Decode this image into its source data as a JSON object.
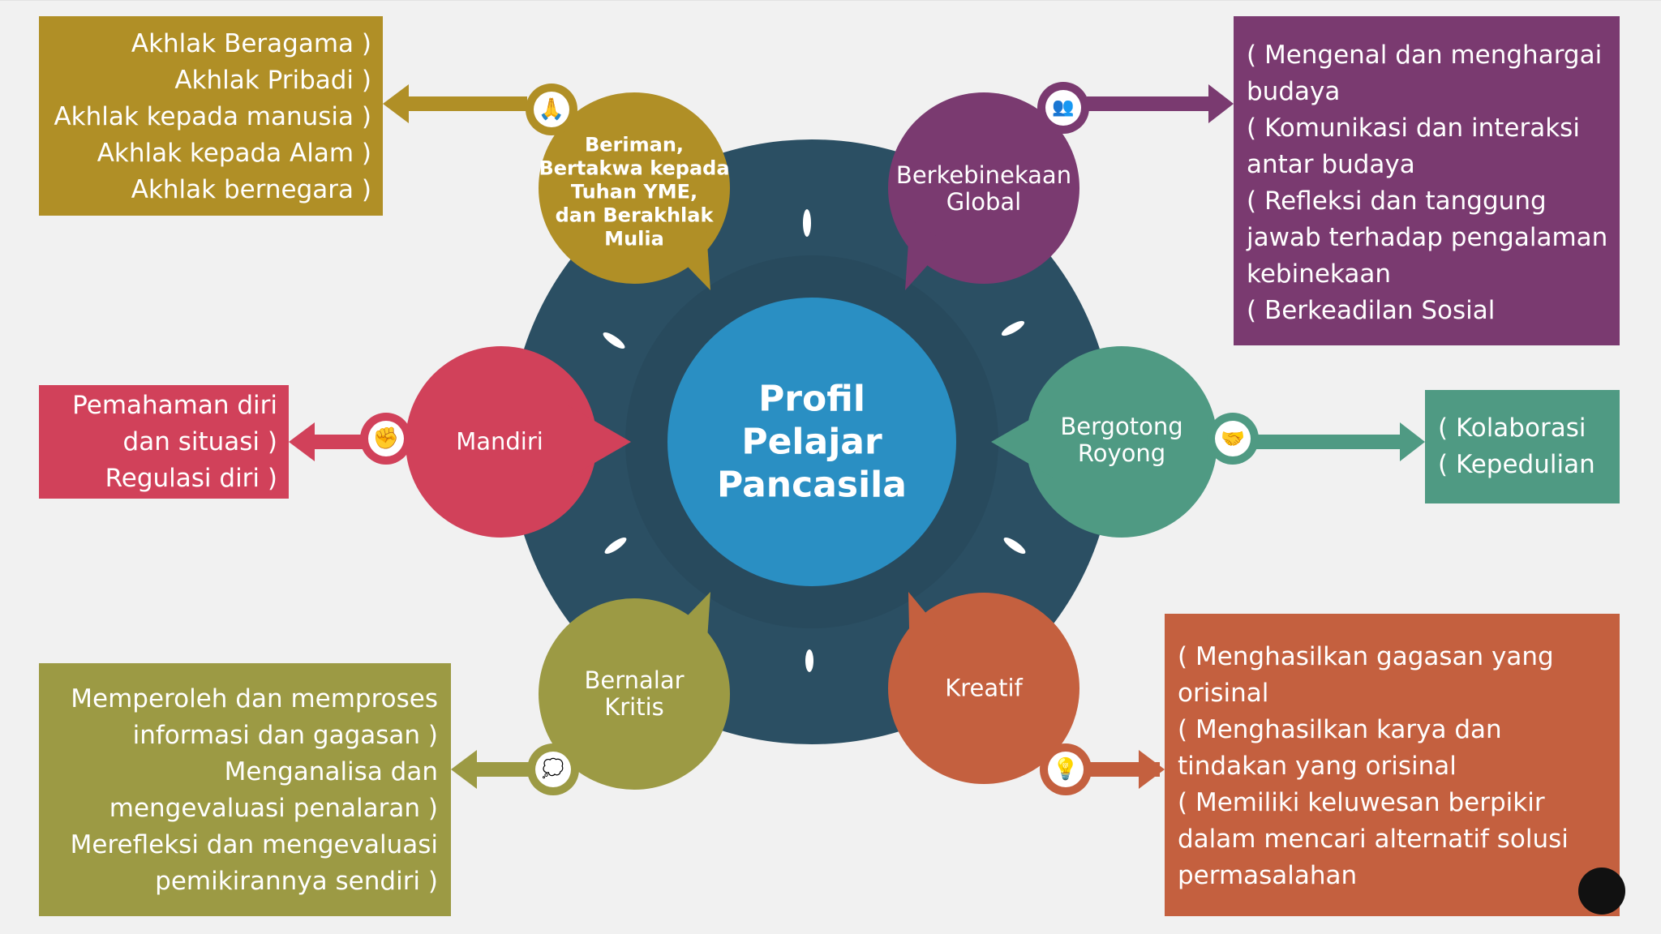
{
  "center": {
    "title_lines": [
      "Profil",
      "Pelajar",
      "Pancasila"
    ]
  },
  "dimensions": [
    {
      "id": "beriman",
      "label_lines": [
        "Beriman,",
        "Bertakwa kepada",
        "Tuhan YME,",
        "dan Berakhlak",
        "Mulia"
      ],
      "color": "#b08f26",
      "icon": "praying-hands-icon",
      "elements": [
        "Akhlak Beragama )",
        "Akhlak Pribadi )",
        "Akhlak kepada manusia )",
        "Akhlak kepada Alam )",
        "Akhlak bernegara )"
      ]
    },
    {
      "id": "berkebinekaan",
      "label_lines": [
        "Berkebinekaan",
        "Global"
      ],
      "color": "#7a3a70",
      "icon": "people-group-heart-icon",
      "elements": [
        "( Mengenal dan menghargai",
        "budaya",
        "( Komunikasi dan interaksi",
        "antar budaya",
        "( Refleksi dan tanggung",
        "jawab terhadap pengalaman",
        "kebinekaan",
        "( Berkeadilan Sosial"
      ]
    },
    {
      "id": "mandiri",
      "label_lines": [
        "Mandiri"
      ],
      "color": "#d1415a",
      "icon": "raised-fist-icon",
      "elements": [
        "Pemahaman diri",
        "dan situasi )",
        "Regulasi diri )"
      ]
    },
    {
      "id": "gotong-royong",
      "label_lines": [
        "Bergotong",
        "Royong"
      ],
      "color": "#4f9a83",
      "icon": "linked-hands-icon",
      "elements": [
        "( Kolaborasi",
        "( Kepedulian"
      ]
    },
    {
      "id": "bernalar-kritis",
      "label_lines": [
        "Bernalar",
        "Kritis"
      ],
      "color": "#9c9a44",
      "icon": "thinking-person-icon",
      "elements": [
        "Memperoleh  dan memproses",
        "informasi dan gagasan )",
        "Menganalisa dan",
        "mengevaluasi penalaran )",
        "Merefleksi dan mengevaluasi",
        "pemikirannya sendiri )"
      ]
    },
    {
      "id": "kreatif",
      "label_lines": [
        "Kreatif"
      ],
      "color": "#c4603f",
      "icon": "lightbulb-person-icon",
      "elements": [
        "( Menghasilkan gagasan yang",
        "orisinal",
        "( Menghasilkan karya dan",
        "tindakan yang orisinal",
        "( Memiliki keluwesan  berpikir",
        "dalam mencari alternatif solusi",
        "permasalahan"
      ]
    }
  ],
  "colors": {
    "hub": "#2b4f63",
    "center": "#2a8fc3",
    "background": "#f1f1f1"
  }
}
